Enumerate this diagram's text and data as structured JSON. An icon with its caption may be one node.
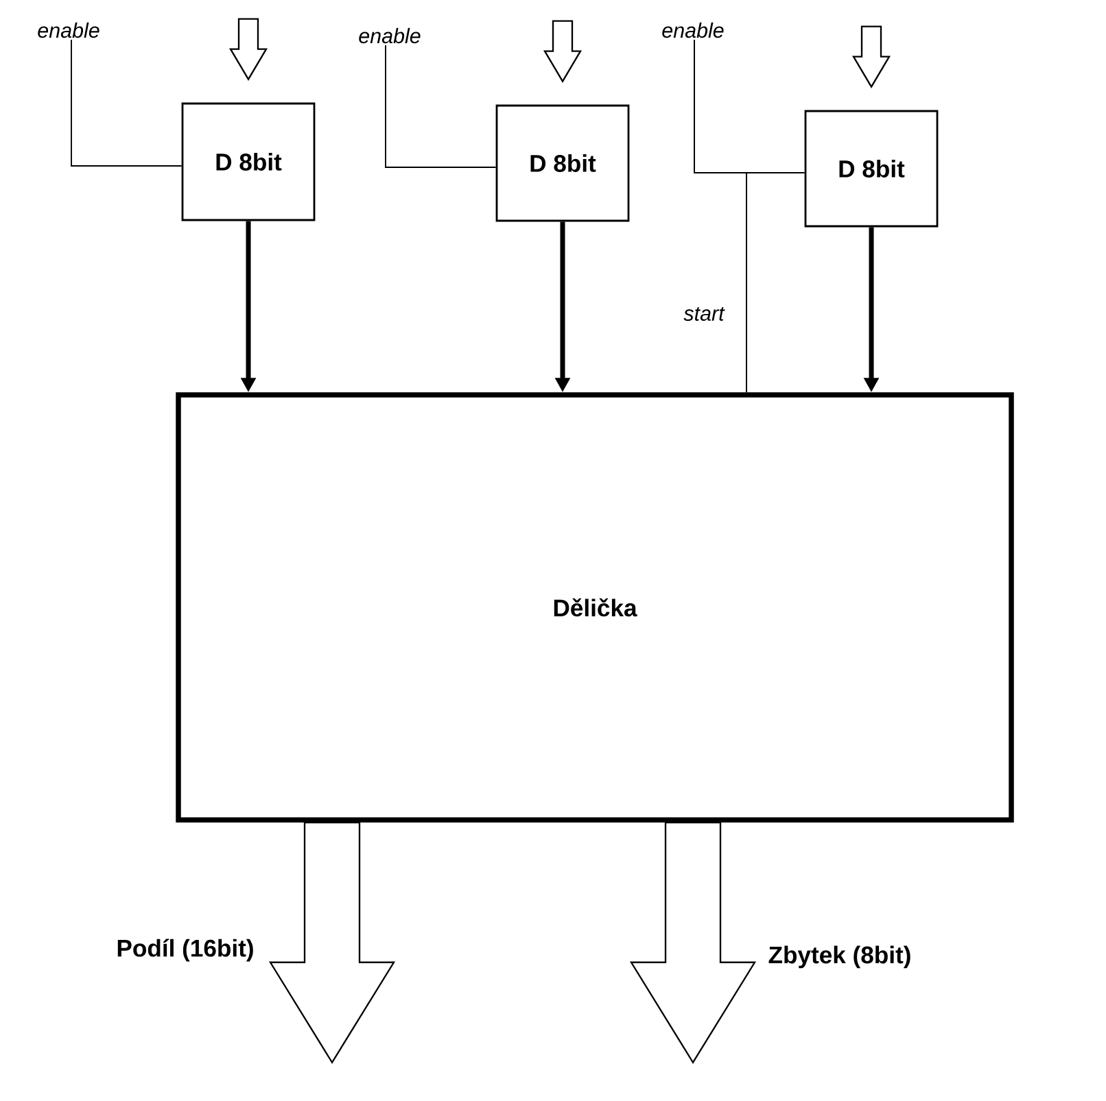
{
  "diagram": {
    "nodes": [
      {
        "text": [
          "enable"
        ]
      },
      {
        "text": [
          "D 8bit"
        ]
      },
      {
        "text": [
          "enable"
        ]
      },
      {
        "text": [
          "D 8bit"
        ]
      },
      {
        "text": [
          "enable"
        ]
      },
      {
        "text": [
          "D 8bit"
        ]
      },
      {
        "text": [
          "Dělička"
        ]
      }
    ],
    "edges": [
      {
        "from": null,
        "to": 1,
        "arrow": "to"
      },
      {
        "from": null,
        "to": 3,
        "arrow": "to"
      },
      {
        "from": null,
        "to": 5,
        "arrow": "to"
      },
      {
        "from": 0,
        "to": 1,
        "arrow": "none"
      },
      {
        "from": 2,
        "to": 3,
        "arrow": "none"
      },
      {
        "from": 4,
        "to": 5,
        "arrow": "none"
      },
      {
        "from": 4,
        "to": 6,
        "arrow": "none",
        "label": "start"
      },
      {
        "from": 1,
        "to": 6,
        "arrow": "to",
        "style": "thick"
      },
      {
        "from": 3,
        "to": 6,
        "arrow": "to",
        "style": "thick"
      },
      {
        "from": 5,
        "to": 6,
        "arrow": "to",
        "style": "thick"
      },
      {
        "from": 6,
        "to": null,
        "arrow": "to",
        "label": "Podíl (16bit)"
      },
      {
        "from": 6,
        "to": null,
        "arrow": "to",
        "label": "Zbytek (8bit)"
      }
    ]
  }
}
